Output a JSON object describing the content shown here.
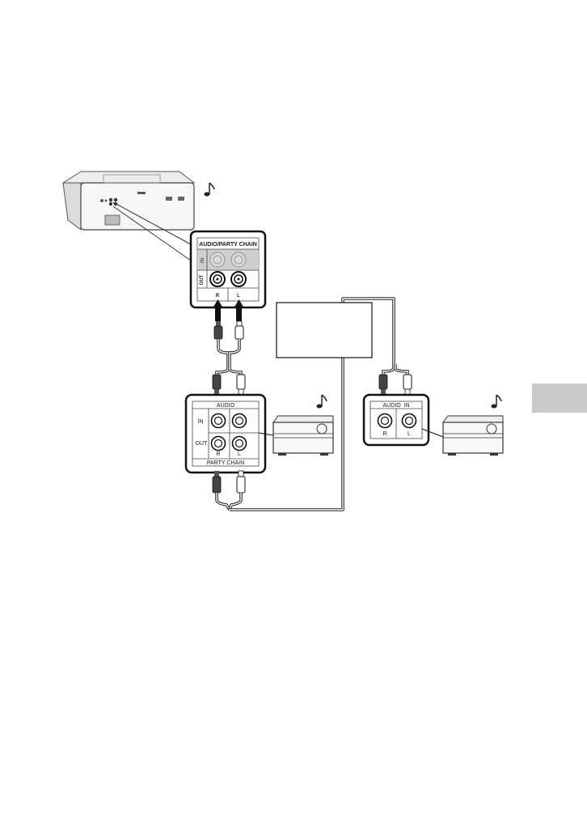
{
  "panel_main": {
    "header": "AUDIO/PARTY CHAIN",
    "side_label_top": "IN",
    "side_label_bottom": "OUT",
    "jack_r": "R",
    "jack_l": "L"
  },
  "panel_middle": {
    "header": "AUDIO",
    "row_in": "IN",
    "row_out": "OUT",
    "jack_r": "R",
    "jack_l": "L",
    "footer": "PARTY CHAIN"
  },
  "panel_right": {
    "header": "AUDIO  IN",
    "jack_r": "R",
    "jack_l": "L"
  },
  "icons": {
    "note": "music-note-icon"
  }
}
